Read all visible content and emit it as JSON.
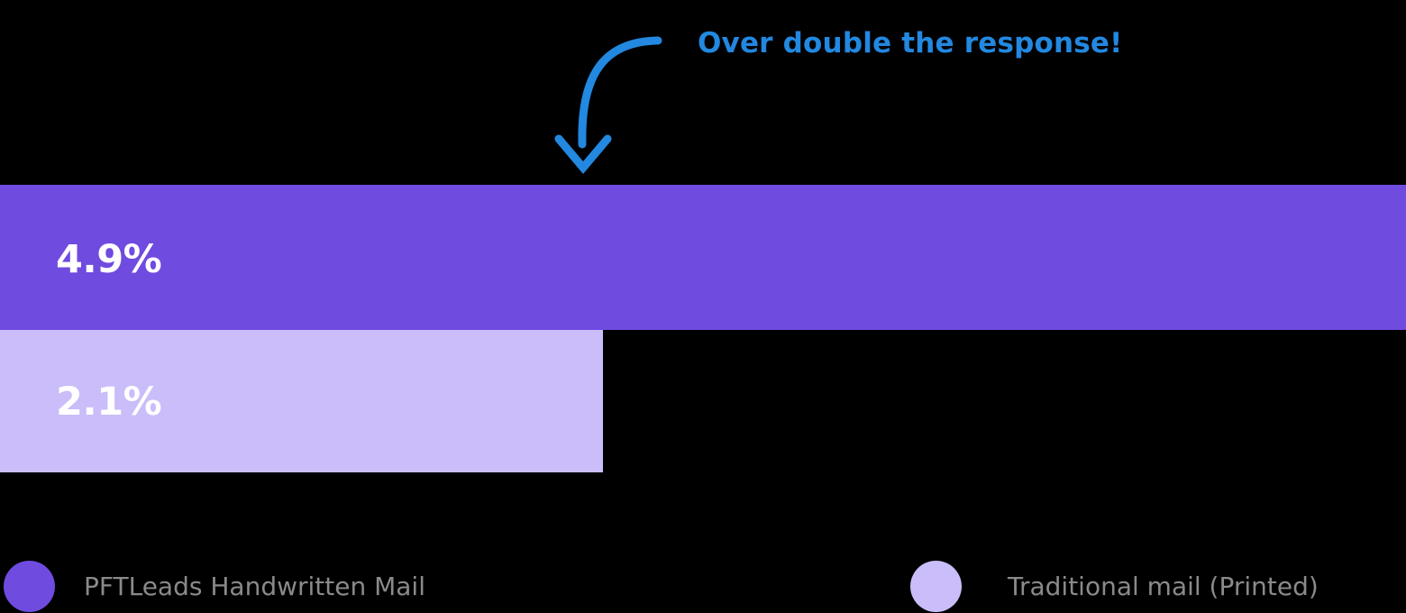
{
  "chart_data": {
    "type": "bar",
    "orientation": "horizontal",
    "title": "",
    "subtitle": "",
    "xlabel": "",
    "ylabel": "",
    "categories": [
      "PFTLeads Handwritten Mail",
      "Traditional mail (Printed)"
    ],
    "values": [
      4.9,
      2.1
    ],
    "value_labels": [
      "4.9%",
      "2.1%"
    ],
    "unit": "%",
    "xlim": [
      0,
      4.9
    ],
    "grid": false,
    "tick_labels": [],
    "legend": {
      "position": "bottom-left",
      "entries": [
        {
          "label": "PFTLeads Handwritten Mail",
          "color": "#6f4be0",
          "marker": "circle"
        },
        {
          "label": "Traditional mail (Printed)",
          "color": "#cabdf9",
          "marker": "circle"
        }
      ]
    },
    "series": [
      {
        "name": "PFTLeads Handwritten Mail",
        "value": 4.9,
        "label": "4.9%",
        "color": "#6f4be0"
      },
      {
        "name": "Traditional mail (Printed)",
        "value": 2.1,
        "label": "2.1%",
        "color": "#cabdf9"
      }
    ],
    "annotations": [
      {
        "text": "Over double the response!",
        "color": "#2288e0",
        "points_to": "PFTLeads Handwritten Mail",
        "marker": "curved-arrow"
      }
    ],
    "background_color": "#000000"
  },
  "annotation": {
    "text": "Over double the response!",
    "color": "#2288e0"
  },
  "bars": [
    {
      "label": "4.9%",
      "category": "PFTLeads Handwritten Mail",
      "value": 4.9,
      "color": "#6f4be0"
    },
    {
      "label": "2.1%",
      "category": "Traditional mail (Printed)",
      "value": 2.1,
      "color": "#cabdf9"
    }
  ],
  "legend": {
    "items": [
      {
        "label": "PFTLeads Handwritten Mail",
        "color": "#6f4be0"
      },
      {
        "label": "Traditional mail (Printed)",
        "color": "#cabdf9"
      }
    ]
  },
  "colors": {
    "background": "#000000",
    "bar_primary": "#6f4be0",
    "bar_secondary": "#cabdf9",
    "annotation_blue": "#2288e0",
    "value_text": "#ffffff",
    "legend_text": "#8a8a8a"
  }
}
